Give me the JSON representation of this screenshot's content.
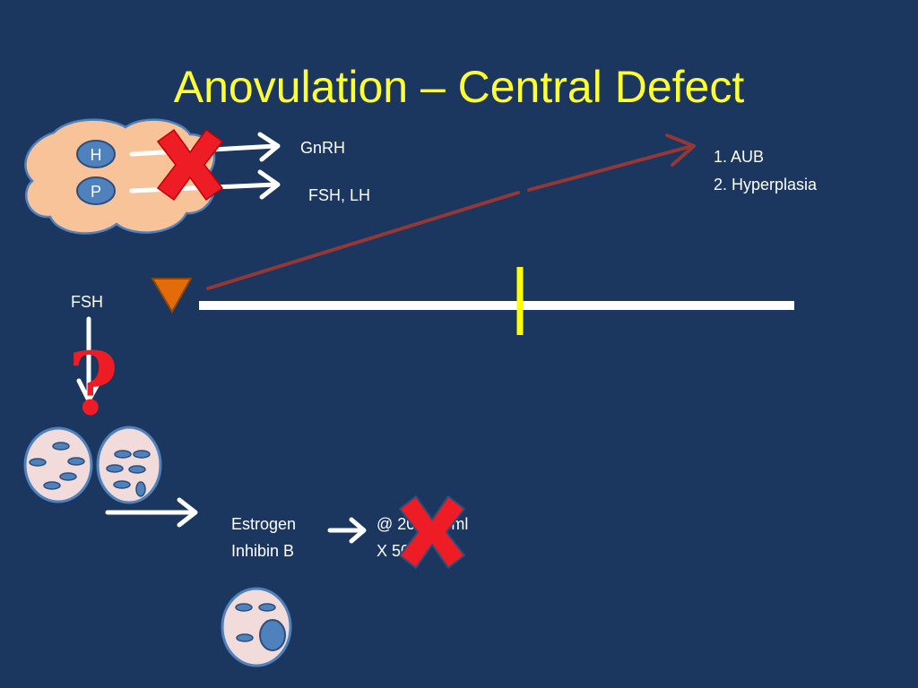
{
  "slide": {
    "title": "Anovulation – Central Defect"
  },
  "axis": {
    "hypothalamus_label": "H",
    "pituitary_label": "P",
    "gnrh_label": "GnRH",
    "gonadotropins_label": "FSH, LH"
  },
  "outcomes": {
    "item1": "1. AUB",
    "item2": "2. Hyperplasia"
  },
  "follicle_flow": {
    "fsh_label": "FSH",
    "question_mark": "?",
    "hormone1": "Estrogen",
    "hormone2": "Inhibin B",
    "threshold_line1": "@ 200 pg/ml",
    "threshold_line2": "X 50 h"
  },
  "colors": {
    "background": "#1b365f",
    "title": "#ffff33",
    "cross_mark": "#ee1c24",
    "brain_fill": "#f9c39a",
    "gland_fill": "#4f81bd",
    "follicle_fill": "#f2dcdb",
    "progression_arrow": "#953735",
    "marker_triangle": "#e36c09",
    "tick_mark": "#ffff00"
  }
}
